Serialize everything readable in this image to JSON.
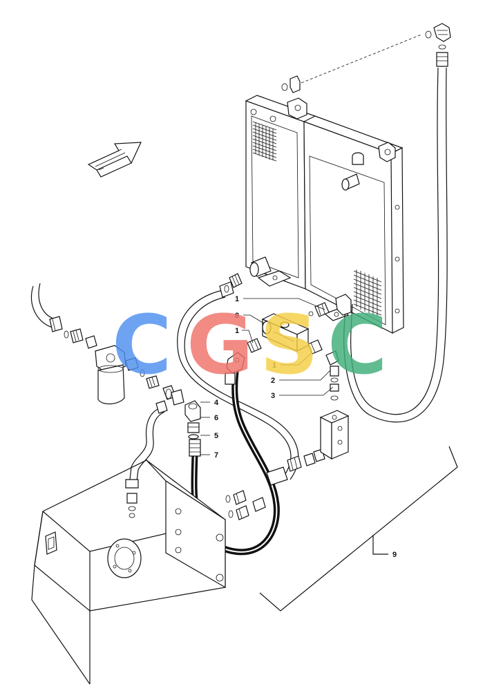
{
  "callouts": {
    "c1a": "1",
    "c1b": "1",
    "c1c": "1",
    "c2": "2",
    "c3": "3",
    "c4": "4",
    "c5": "5",
    "c6": "6",
    "c7": "7",
    "c8": "8",
    "c9": "9"
  },
  "watermark": {
    "letters": [
      "C",
      "G",
      "S",
      "C"
    ],
    "colors": [
      "#4f8ff0",
      "#f0726a",
      "#f5cf45",
      "#3fae7a"
    ]
  }
}
